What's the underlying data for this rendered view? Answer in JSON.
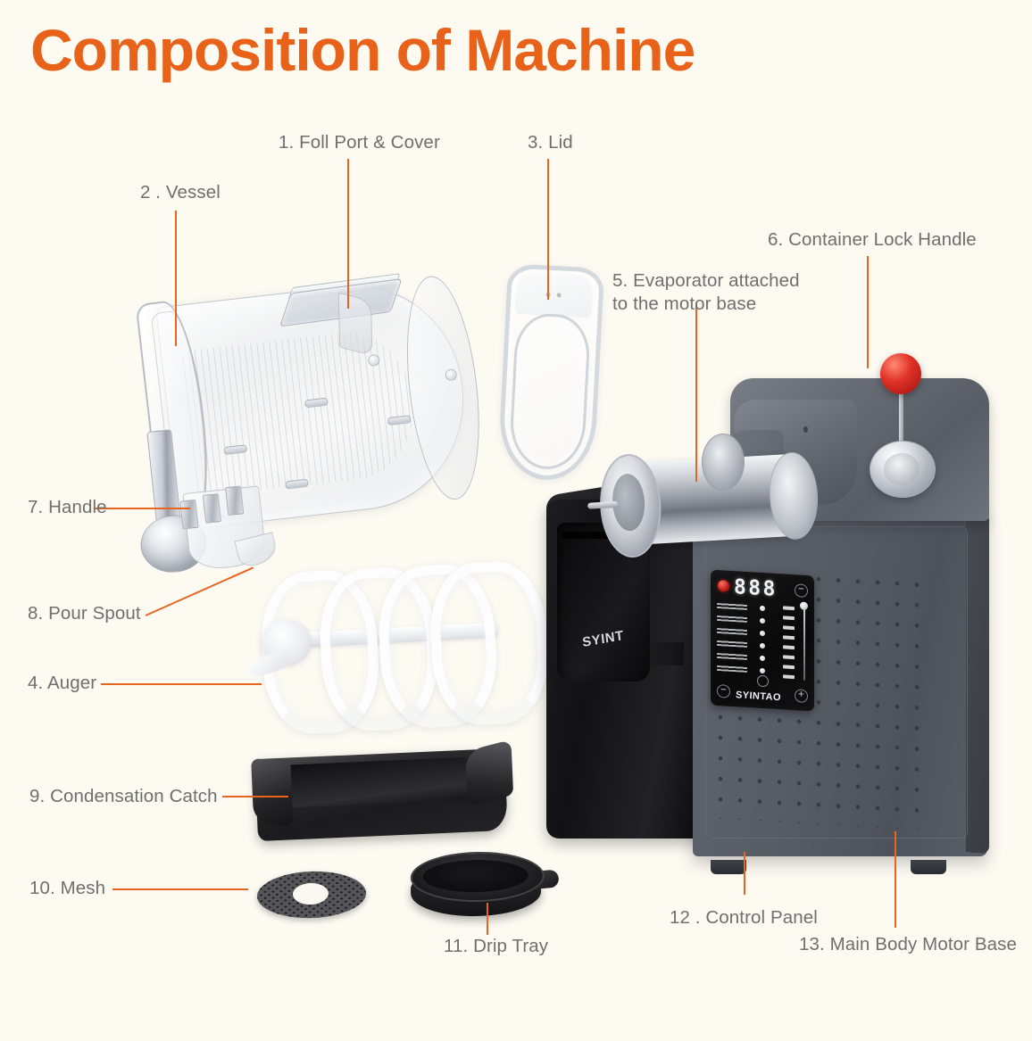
{
  "page": {
    "title": "Composition of Machine",
    "background_color": "#fdfaf2",
    "accent_color": "#e8621a",
    "label_color": "#6f6f6f"
  },
  "labels": [
    {
      "id": 1,
      "num": "1.",
      "text": "1. Foll Port & Cover",
      "name": "label-fill-port-cover"
    },
    {
      "id": 2,
      "num": "2.",
      "text": "2 . Vessel",
      "name": "label-vessel"
    },
    {
      "id": 3,
      "num": "3.",
      "text": "3. Lid",
      "name": "label-lid"
    },
    {
      "id": 4,
      "num": "4.",
      "text": "4. Auger",
      "name": "label-auger"
    },
    {
      "id": 5,
      "num": "5.",
      "text": "5. Evaporator attached\nto the motor base",
      "name": "label-evaporator"
    },
    {
      "id": 6,
      "num": "6.",
      "text": "6. Container Lock Handle",
      "name": "label-container-lock-handle"
    },
    {
      "id": 7,
      "num": "7.",
      "text": "7. Handle",
      "name": "label-handle"
    },
    {
      "id": 8,
      "num": "8.",
      "text": "8. Pour Spout",
      "name": "label-pour-spout"
    },
    {
      "id": 9,
      "num": "9.",
      "text": "9. Condensation Catch",
      "name": "label-condensation-catch"
    },
    {
      "id": 10,
      "num": "10.",
      "text": "10. Mesh",
      "name": "label-mesh"
    },
    {
      "id": 11,
      "num": "11.",
      "text": "11. Drip Tray",
      "name": "label-drip-tray"
    },
    {
      "id": 12,
      "num": "12.",
      "text": "12 . Control Panel",
      "name": "label-control-panel"
    },
    {
      "id": 13,
      "num": "13.",
      "text": "13. Main Body Motor Base",
      "name": "label-main-body-motor-base"
    }
  ],
  "machine": {
    "brand_on_body": "SYINT",
    "control_panel": {
      "display_value": "888",
      "brand": "SYINTAO",
      "minus_sign": "−",
      "plus_sign": "+",
      "power_led_color": "#c01d16",
      "display_color": "#f3f4f6"
    },
    "lock_handle_knob_color": "#e03127",
    "base_color": "#585c64",
    "front_body_color": "#121214"
  }
}
